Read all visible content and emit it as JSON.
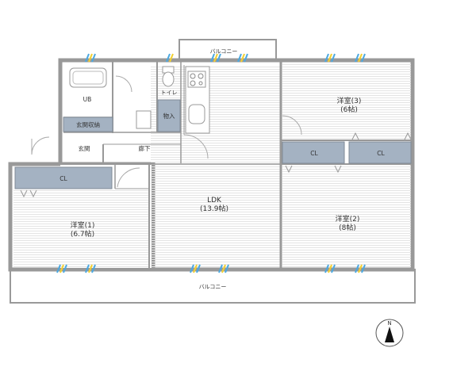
{
  "rooms": {
    "western1": {
      "name": "洋室(1)",
      "size": "(6.7帖)"
    },
    "western2": {
      "name": "洋室(2)",
      "size": "(8帖)"
    },
    "western3": {
      "name": "洋室(3)",
      "size": "(6帖)"
    },
    "ldk": {
      "name": "LDK",
      "size": "(13.9帖)"
    },
    "ub": "UB",
    "toilet": "トイレ",
    "storage": "物入",
    "entrance_storage": "玄関収納",
    "entrance": "玄関",
    "hallway": "廊下",
    "closet": "CL"
  },
  "balcony": {
    "top": "バルコニー",
    "bottom": "バルコニー"
  },
  "compass": {
    "north": "N"
  },
  "colors": {
    "wall": "#999999",
    "closet": "#a4b2c2",
    "floor_line": "#e6e6e6",
    "window_blue": "#4aa8e0",
    "window_yellow": "#f2d02e"
  }
}
